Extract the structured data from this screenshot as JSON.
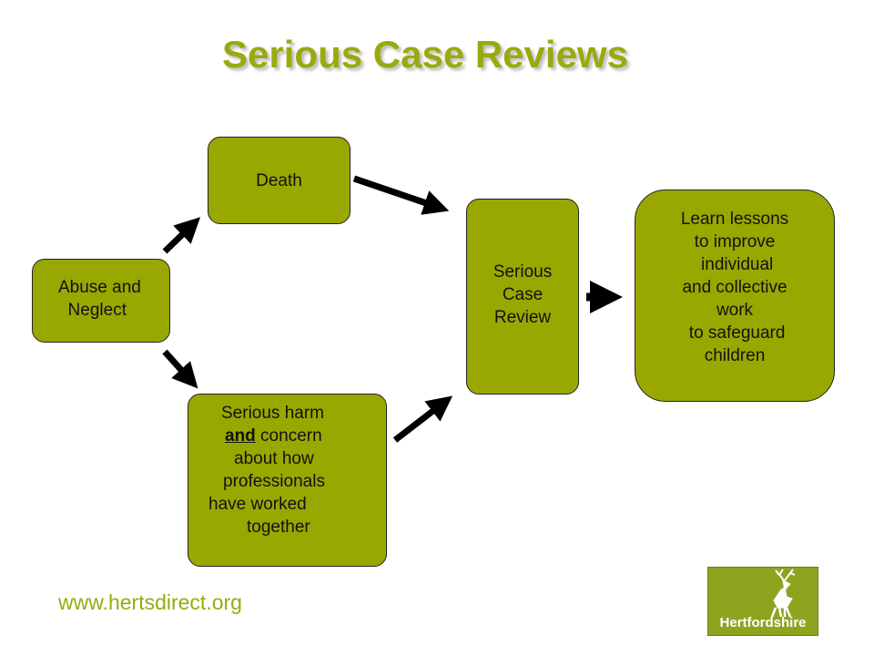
{
  "title": "Serious Case Reviews",
  "nodes": {
    "abuse": [
      "Abuse and",
      "  Neglect"
    ],
    "death": [
      "Death"
    ],
    "serious_harm": {
      "line1": "Serious harm",
      "line2_under": "and",
      "line2_rest": " concern",
      "line3": "about how",
      "line4": "professionals",
      "line5": "have worked",
      "line6": "together"
    },
    "scr": [
      "Serious",
      "Case",
      "Review"
    ],
    "lessons": [
      "Learn lessons",
      "to improve",
      " individual",
      "and collective",
      "work",
      " to safeguard",
      "children"
    ]
  },
  "footer": {
    "url": "www.hertsdirect.org"
  },
  "logo": {
    "text": "Hertfordshire",
    "icon": "stag-icon"
  },
  "colors": {
    "box_fill": "#99a800",
    "title": "#99aa0f",
    "arrow": "#000000"
  }
}
